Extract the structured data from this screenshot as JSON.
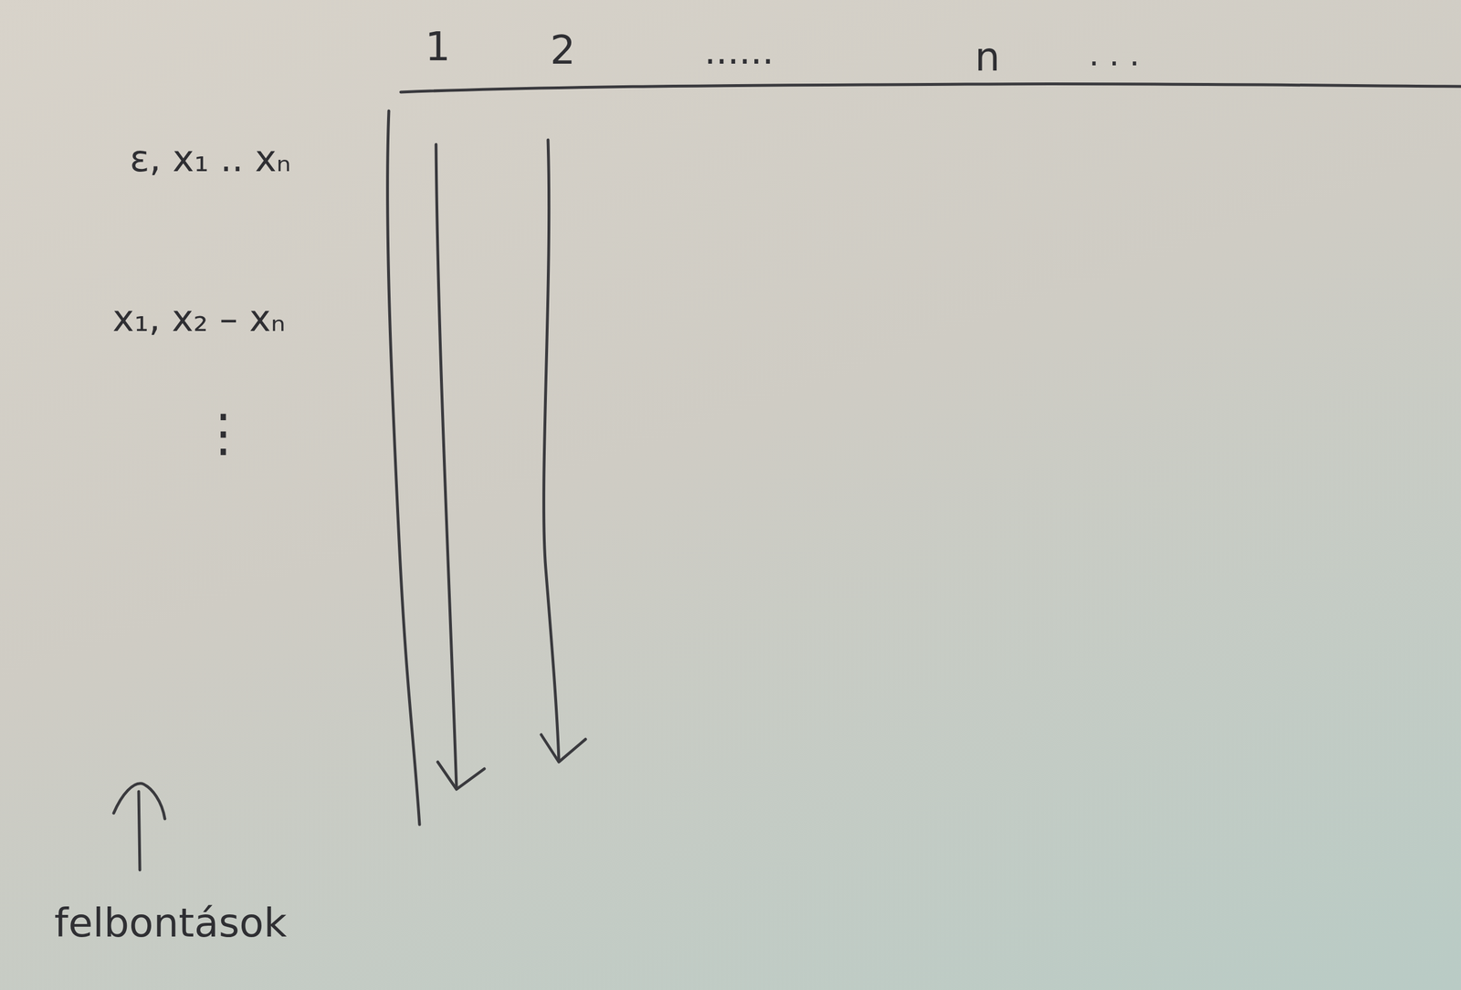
{
  "diagram": {
    "labels": [
      "1",
      "2",
      "......",
      "n",
      ". . .",
      "ε, x₁ .. xₙ",
      "x₁, x₂ – xₙ",
      "⋮",
      "felbontások"
    ]
  }
}
